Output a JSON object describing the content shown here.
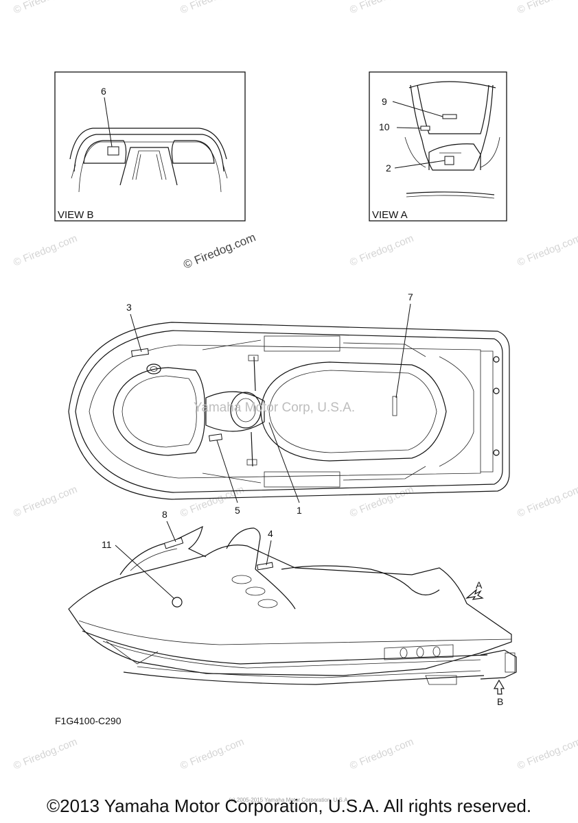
{
  "diagram": {
    "view_b_label": "VIEW B",
    "view_a_label": "VIEW A",
    "callouts": {
      "c1": "1",
      "c2": "2",
      "c3": "3",
      "c4": "4",
      "c5": "5",
      "c6": "6",
      "c7": "7",
      "c8": "8",
      "c9": "9",
      "c10": "10",
      "c11": "11"
    },
    "arrow_a_label": "A",
    "arrow_b_label": "B",
    "part_code": "F1G4100-C290"
  },
  "watermarks": {
    "site": "© Firedog.com",
    "overlay": "Yamaha Motor Corp, U.S.A."
  },
  "footer": {
    "tiny_note": "(c) 2005-2015 Yamaha Motor Corporation, U.S.A.",
    "copyright": "©2013 Yamaha Motor Corporation, U.S.A. All rights reserved."
  }
}
